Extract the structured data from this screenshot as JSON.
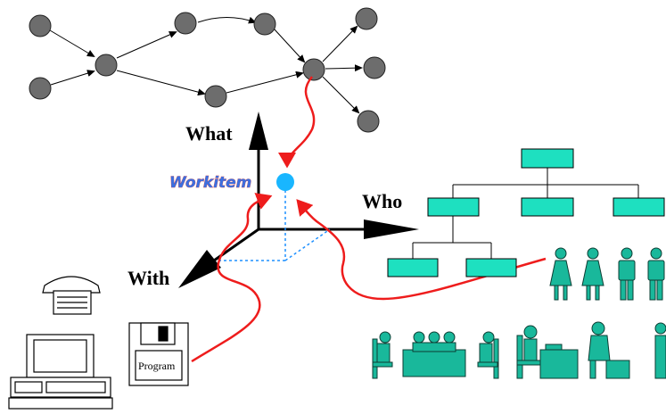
{
  "axes": {
    "what": "What",
    "who": "Who",
    "with": "With"
  },
  "workitem": "Workitem",
  "program_disk": "Program",
  "colors": {
    "node": "#6d6d6d",
    "org": "#1ee0c0",
    "people": "#19b89b",
    "workitem": "#19b6ff",
    "red": "#ee1c1c",
    "axis": "#000000",
    "projection": "#1e90ff"
  }
}
